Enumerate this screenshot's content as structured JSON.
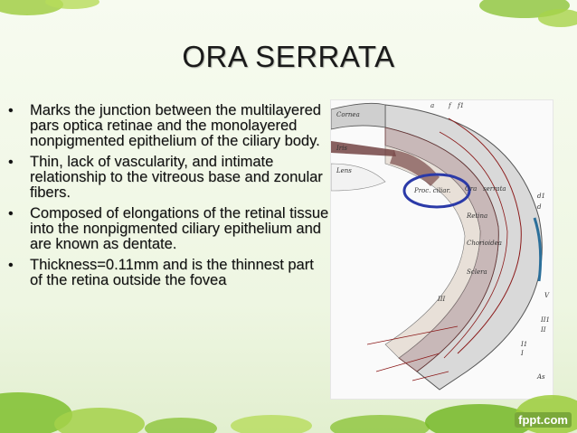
{
  "slide": {
    "title": "ORA SERRATA",
    "bullets": [
      "Marks the junction between the multilayered pars optica retinae and the monolayered nonpigmented epithelium of the ciliary body.",
      "Thin, lack of vascularity, and intimate relationship to the vitreous base and zonular fibers.",
      "Composed of elongations of the retinal tissue into the nonpigmented ciliary epithelium and are known as dentate.",
      "Thickness=0.11mm and is the thinnest part of the retina outside the fovea"
    ],
    "bullet_glyph": "•"
  },
  "figure": {
    "labels": {
      "cornea": "Cornea",
      "iris": "Iris",
      "lens": "Lens",
      "proc_ciliar": "Proc. ciliar.",
      "ora": "Ora",
      "serrata": "serrata",
      "retina": "Retina",
      "chorioidea": "Chorioidea",
      "sclera": "Sclera",
      "iii": "III",
      "ii1": "II1",
      "ii": "II",
      "i1": "I1",
      "i": "I",
      "as": "As",
      "v": "V",
      "d1": "d1",
      "d": "d",
      "a": "a",
      "f": "f",
      "f1": "f1"
    },
    "highlight_color": "#2b3aa8"
  },
  "footer": {
    "logo": "fppt.com"
  }
}
